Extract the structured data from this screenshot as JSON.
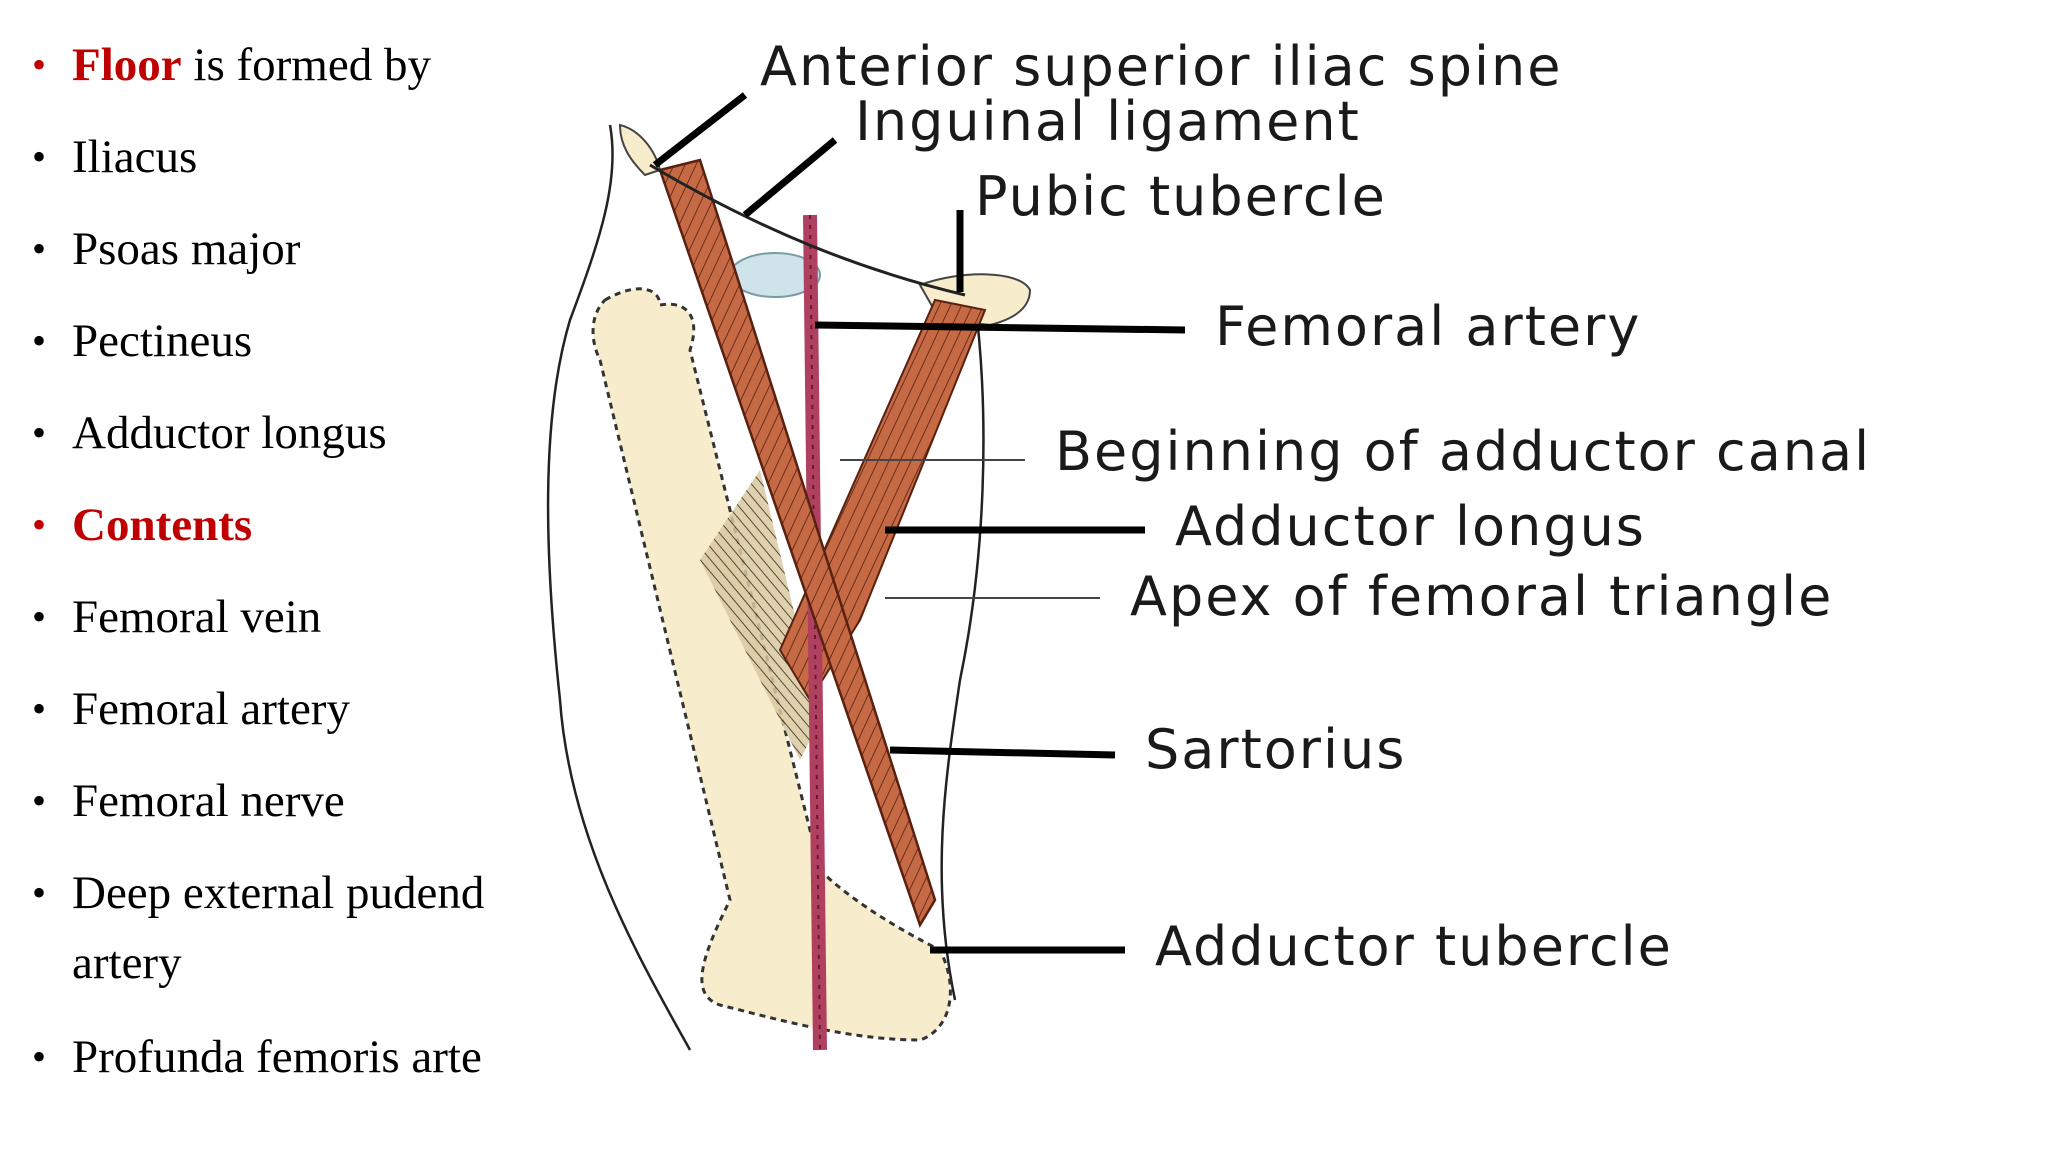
{
  "bullets": [
    {
      "head": "Floor",
      "rest": " is formed by",
      "red": true
    },
    {
      "text": "Iliacus"
    },
    {
      "text": "Psoas major"
    },
    {
      "text": "Pectineus"
    },
    {
      "text": "Adductor longus"
    },
    {
      "head": "Contents",
      "rest": "",
      "red": true
    },
    {
      "text": "Femoral vein"
    },
    {
      "text": "Femoral artery"
    },
    {
      "text": "Femoral nerve"
    },
    {
      "text": "Deep external pudend artery"
    },
    {
      "text": "Profunda femoris arte"
    }
  ],
  "diagram": {
    "labels": {
      "asis": "Anterior superior iliac spine",
      "inguinal": "Inguinal ligament",
      "pubic": "Pubic tubercle",
      "fem_artery": "Femoral artery",
      "canal": "Beginning of adductor canal",
      "add_longus": "Adductor longus",
      "apex": "Apex of femoral triangle",
      "sartorius": "Sartorius",
      "add_tubercle": "Adductor tubercle"
    },
    "colors": {
      "bone": "#f7eccb",
      "muscle": "#c56a45",
      "artery": "#b04060"
    }
  }
}
